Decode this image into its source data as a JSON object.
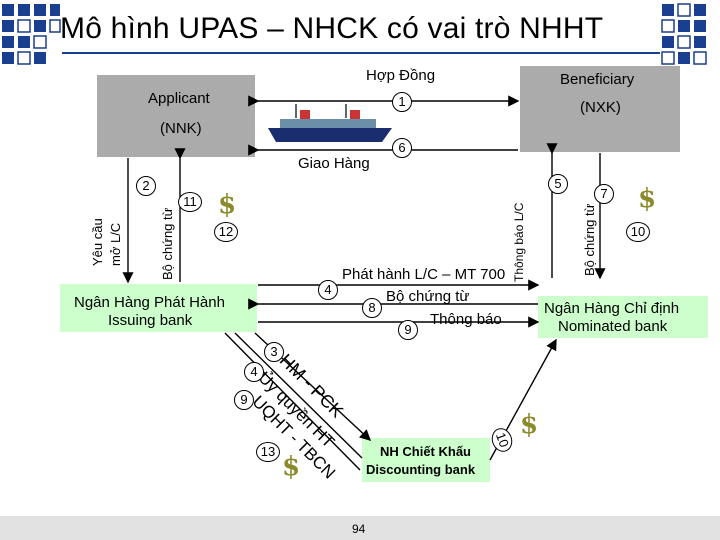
{
  "title": "Mô hình UPAS – NHCK có vai trò NHHT",
  "parties": {
    "applicant": "Applicant",
    "applicant_code": "(NNK)",
    "beneficiary": "Beneficiary",
    "beneficiary_code": "(NXK)",
    "issuing_bank_vi": "Ngân Hàng Phát Hành",
    "issuing_bank_en": "Issuing bank",
    "nominated_bank_vi": "Ngân Hàng Chỉ định",
    "nominated_bank_en": "Nominated bank",
    "discounting_bank_vi": "NH Chiết Khấu",
    "discounting_bank_en": "Discounting bank"
  },
  "labels": {
    "hop_dong": "Hợp Đồng",
    "giao_hang": "Giao Hàng",
    "yeu_cau_1": "Yêu cầu",
    "yeu_cau_2": "mở L/C",
    "bo_chung_tu": "Bộ chứng từ",
    "thong_bao_lc": "Thông báo L/C",
    "phat_hanh": "Phát hành L/C – MT 700",
    "bo_chung_tu_mid": "Bộ chứng từ",
    "thong_bao": "Thông báo",
    "hm_pck": "HM - PCK",
    "uy_quyen": "Ủy quyền HT",
    "uqht_tbcn": "UQHT - TBCN"
  },
  "steps": {
    "s1": "1",
    "s2": "2",
    "s3": "3",
    "s4": "4",
    "s4b": "4",
    "s5": "5",
    "s6": "6",
    "s7": "7",
    "s8": "8",
    "s9": "9",
    "s9b": "9",
    "s10": "10",
    "s10b": "10",
    "s11": "11",
    "s12": "12",
    "s13": "13"
  },
  "icons": {
    "money": "$"
  },
  "page_number": "94",
  "colors": {
    "box_gray": "#ababab",
    "bank_green": "#ccffcc",
    "accent_blue": "#1b3f8f"
  }
}
